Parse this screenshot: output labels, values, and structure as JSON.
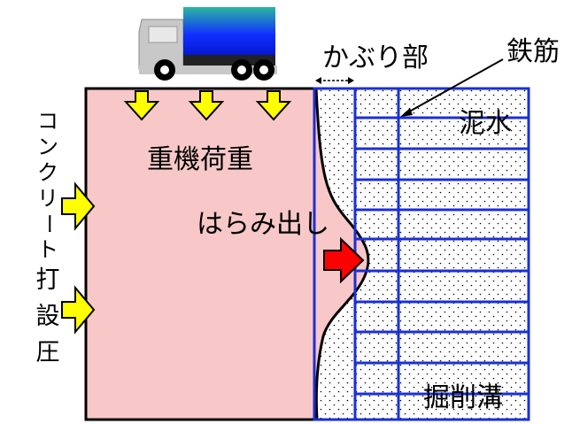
{
  "labels": {
    "cover_part": "かぶり部",
    "rebar": "鉄筋",
    "slurry": "泥水",
    "heavy_load": "重機荷重",
    "bulge": "はらみ出し",
    "trench": "掘削溝",
    "concrete_pressure": [
      "コ",
      "ン",
      "ク",
      "リ",
      "ー",
      "ト",
      "打",
      "設",
      "圧"
    ]
  },
  "icons": {
    "truck": "tanker-truck-icon",
    "load_arrow": "down-arrow-icon",
    "pressure_arrow": "right-arrow-icon",
    "bulge_arrow": "red-right-arrow-icon",
    "dimension": "double-headed-arrow-icon"
  },
  "colors": {
    "concrete": "#f8c8c8",
    "rebar_blue": "#1a2fd6",
    "arrow_yellow": "#ffff00",
    "arrow_red": "#ff0000",
    "truck_gray": "#c8c8c8"
  }
}
